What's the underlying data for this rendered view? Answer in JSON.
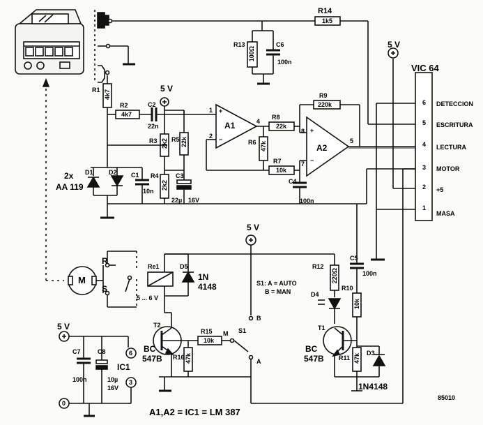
{
  "components": {
    "r14": {
      "ref": "R14",
      "value": "1k5"
    },
    "r13": {
      "ref": "R13",
      "value": "100Ω"
    },
    "c6": {
      "ref": "C6",
      "value": "100n"
    },
    "r1": {
      "ref": "R1",
      "value": "4k7"
    },
    "r2": {
      "ref": "R2",
      "value": "4k7"
    },
    "c2": {
      "ref": "C2",
      "value": "22n"
    },
    "r3": {
      "ref": "R3",
      "value": "2k2"
    },
    "r5": {
      "ref": "R5",
      "value": "22k"
    },
    "r4": {
      "ref": "R4",
      "value": "2k2"
    },
    "c3": {
      "ref": "C3",
      "value": "22µ",
      "voltage": "16V"
    },
    "r9": {
      "ref": "R9",
      "value": "220k"
    },
    "r8": {
      "ref": "R8",
      "value": "22k"
    },
    "r6": {
      "ref": "R6",
      "value": "47k"
    },
    "r7": {
      "ref": "R7",
      "value": "10k"
    },
    "c4": {
      "ref": "C4",
      "value": "100n"
    },
    "c1": {
      "ref": "C1",
      "value": "10n"
    },
    "d1": {
      "ref": "D1"
    },
    "d2": {
      "ref": "D2"
    },
    "diodes_pair": {
      "count": "2x",
      "type": "AA 119"
    },
    "a1": {
      "ref": "A1"
    },
    "a2": {
      "ref": "A2"
    },
    "re1": {
      "ref": "Re1",
      "voltage": "5 ... 6 V"
    },
    "d5": {
      "ref": "D5",
      "type_line1": "1N",
      "type_line2": "4148"
    },
    "t2": {
      "ref": "T2",
      "type_line1": "BC",
      "type_line2": "547B"
    },
    "r15": {
      "ref": "R15",
      "value": "10k"
    },
    "r16": {
      "ref": "R16",
      "value": "47k"
    },
    "r12": {
      "ref": "R12",
      "value": "220Ω"
    },
    "c5": {
      "ref": "C5",
      "value": "100n"
    },
    "d4": {
      "ref": "D4"
    },
    "r10": {
      "ref": "R10",
      "value": "10k"
    },
    "t1": {
      "ref": "T1",
      "type_line1": "BC",
      "type_line2": "547B"
    },
    "r11": {
      "ref": "R11",
      "value": "47k"
    },
    "d3": {
      "ref": "D3",
      "type": "1N4148"
    },
    "c7": {
      "ref": "C7",
      "value": "100n"
    },
    "c8": {
      "ref": "C8",
      "value": "10µ",
      "voltage": "16V"
    },
    "ic1": {
      "ref": "IC1",
      "pin_top": "6",
      "pin_bottom": "3"
    },
    "s1": {
      "ref": "S1",
      "pos_b": "B",
      "pos_a": "A",
      "pos_m": "M"
    },
    "motor": {
      "ref": "M",
      "contact_r": "R",
      "contact_s": "S"
    }
  },
  "supply": {
    "v5_label": "5 V",
    "ground_label": "0",
    "plus": "+"
  },
  "switch_note": {
    "line1": "S1: A = AUTO",
    "line2": "B = MAN"
  },
  "opamp_pins": {
    "a1_plus": "1",
    "a1_minus": "2",
    "a1_out": "4",
    "a2_plus": "8",
    "a2_minus": "7",
    "a2_out": "5",
    "plus_sign": "+",
    "minus_sign": "−"
  },
  "connector": {
    "title": "VIC 64",
    "pins": [
      {
        "num": "6",
        "label": "DETECCION"
      },
      {
        "num": "5",
        "label": "ESCRITURA"
      },
      {
        "num": "4",
        "label": "LECTURA"
      },
      {
        "num": "3",
        "label": "MOTOR"
      },
      {
        "num": "2",
        "label": "+5"
      },
      {
        "num": "1",
        "label": "MASA"
      }
    ]
  },
  "footer": {
    "equivalence": "A1,A2 = IC1 = LM 387",
    "code": "85010"
  }
}
